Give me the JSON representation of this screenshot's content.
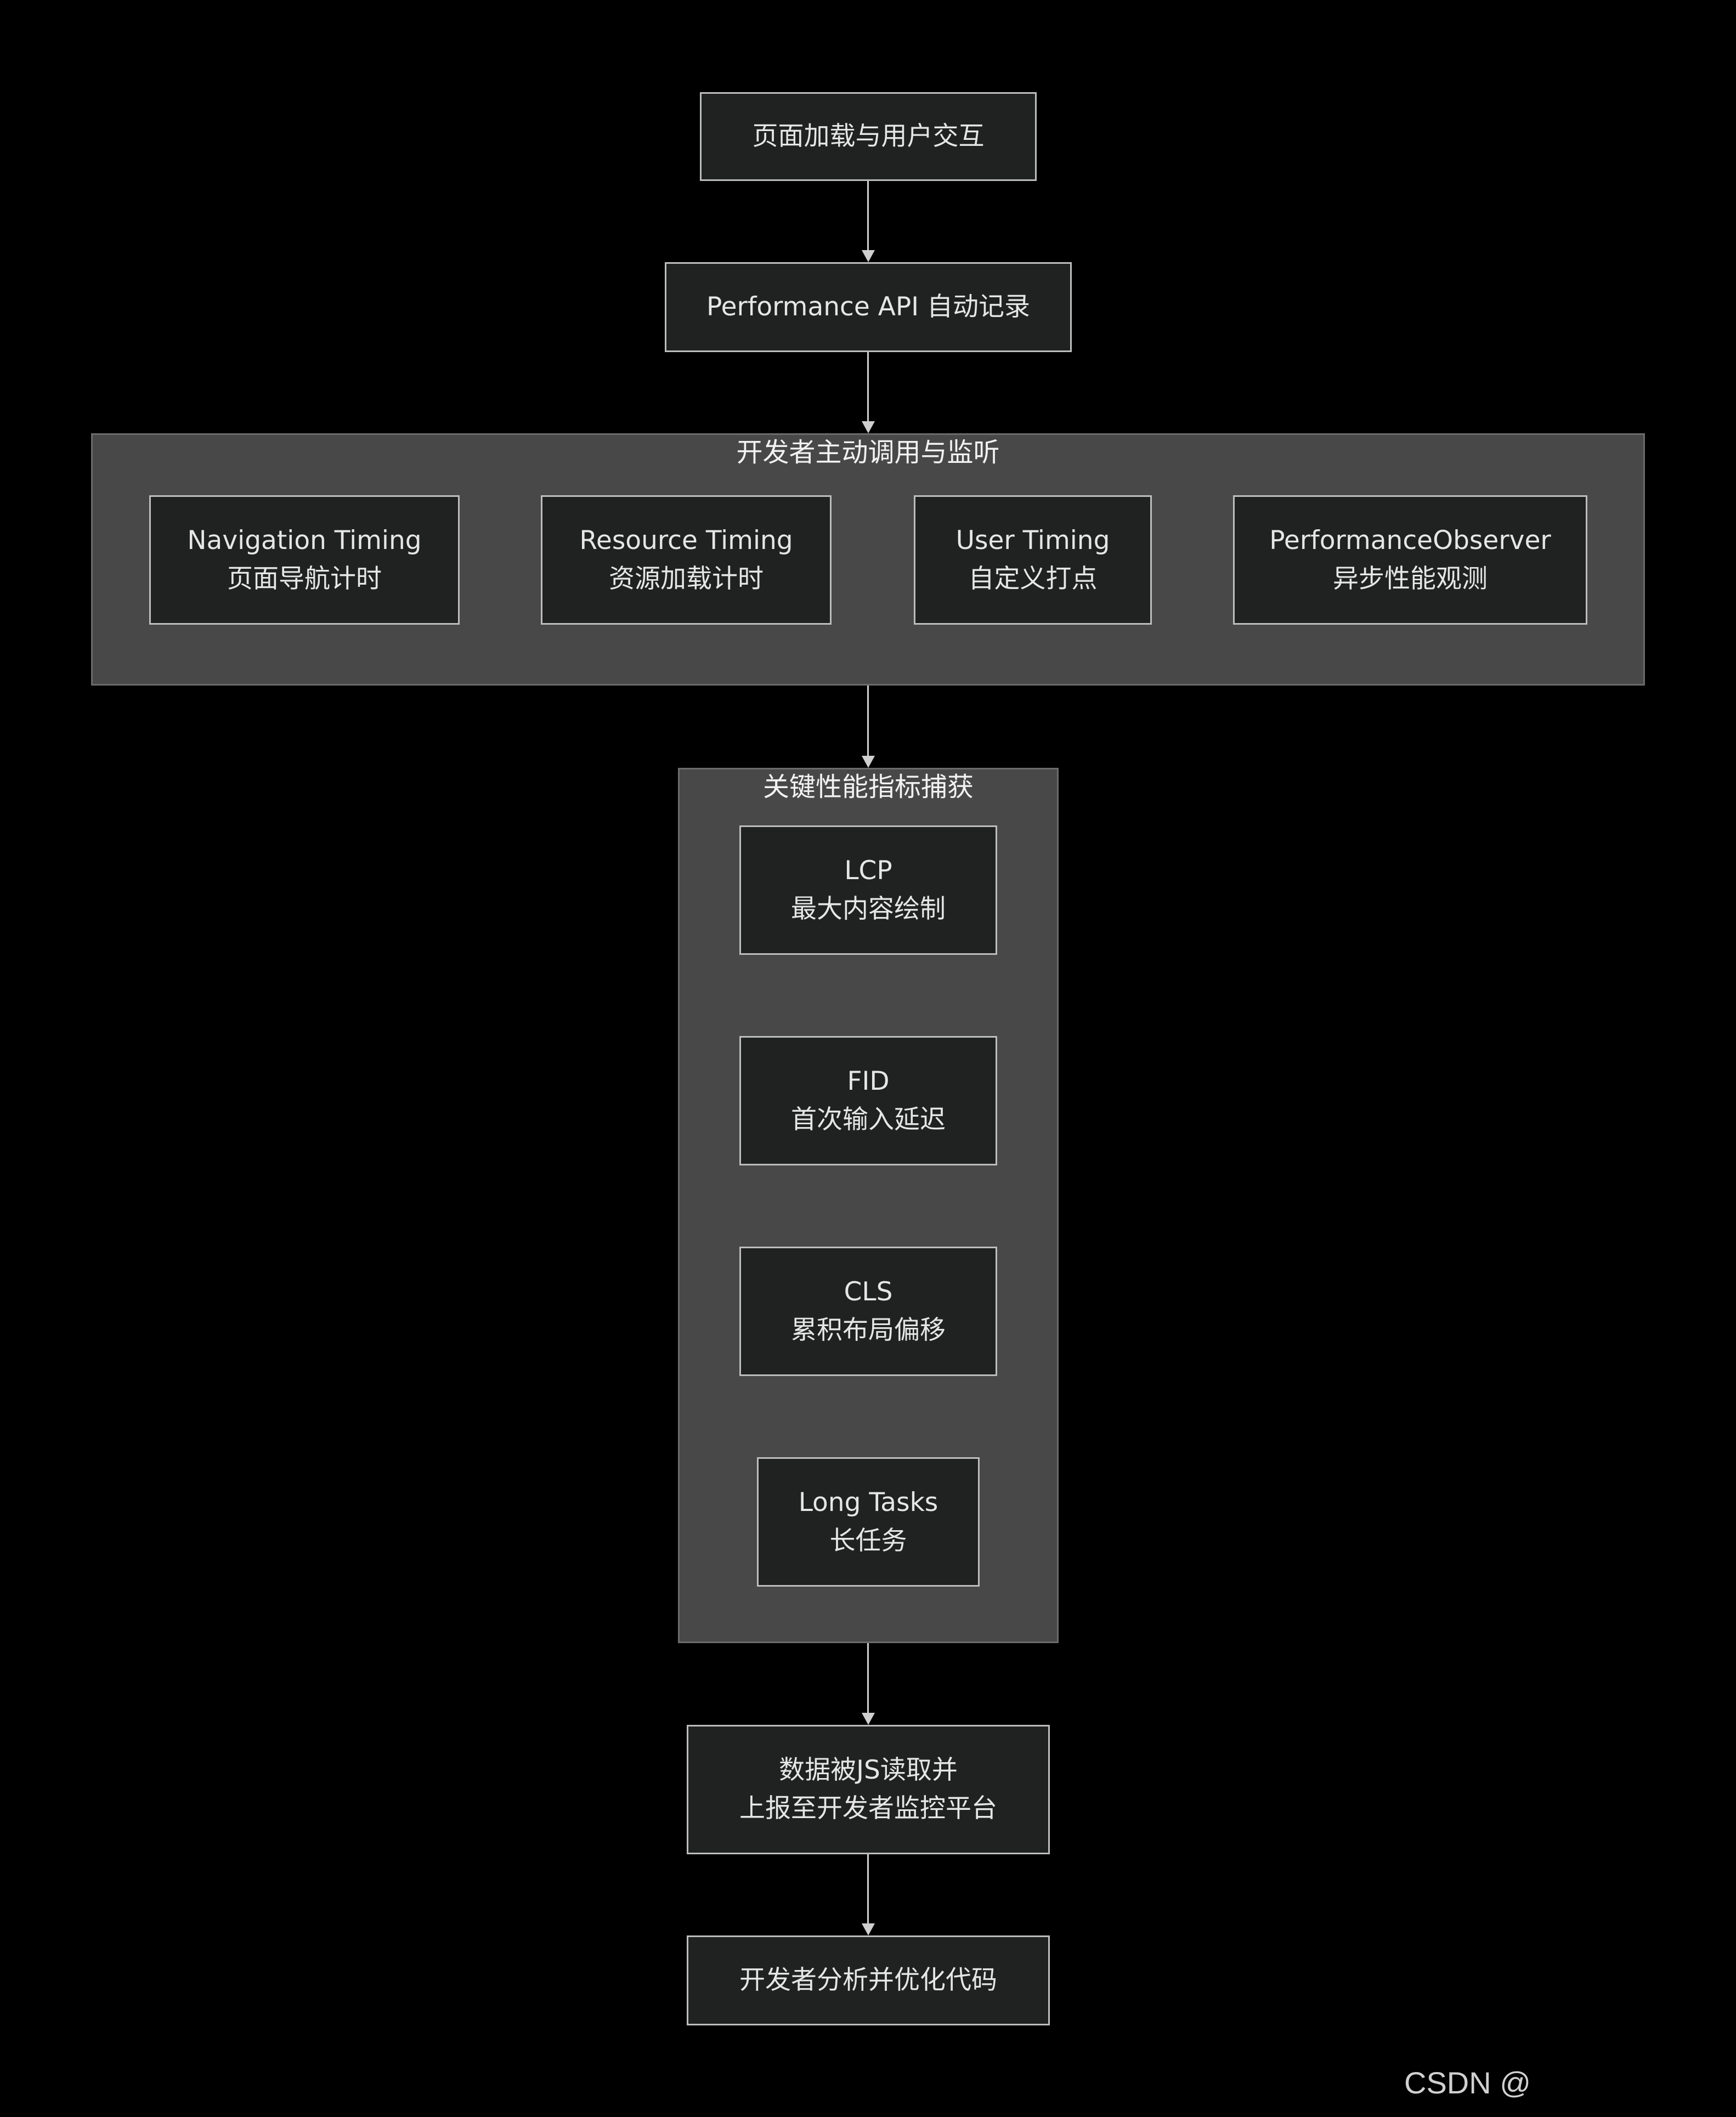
{
  "nodes": {
    "page_load": {
      "line1": "页面加载与用户交互"
    },
    "performance_api": {
      "line1": "Performance API 自动记录"
    },
    "navigation_timing": {
      "line1": "Navigation Timing",
      "line2": "页面导航计时"
    },
    "resource_timing": {
      "line1": "Resource Timing",
      "line2": "资源加载计时"
    },
    "user_timing": {
      "line1": "User Timing",
      "line2": "自定义打点"
    },
    "performance_observer": {
      "line1": "PerformanceObserver",
      "line2": "异步性能观测"
    },
    "lcp": {
      "line1": "LCP",
      "line2": "最大内容绘制"
    },
    "fid": {
      "line1": "FID",
      "line2": "首次输入延迟"
    },
    "cls": {
      "line1": "CLS",
      "line2": "累积布局偏移"
    },
    "long_tasks": {
      "line1": "Long Tasks",
      "line2": "长任务"
    },
    "report": {
      "line1": "数据被JS读取并",
      "line2": "上报至开发者监控平台"
    },
    "optimize": {
      "line1": "开发者分析并优化代码"
    }
  },
  "clusters": {
    "developer_calls": {
      "title": "开发者主动调用与监听"
    },
    "key_metrics": {
      "title": "关键性能指标捕获"
    }
  },
  "watermark": "CSDN @"
}
